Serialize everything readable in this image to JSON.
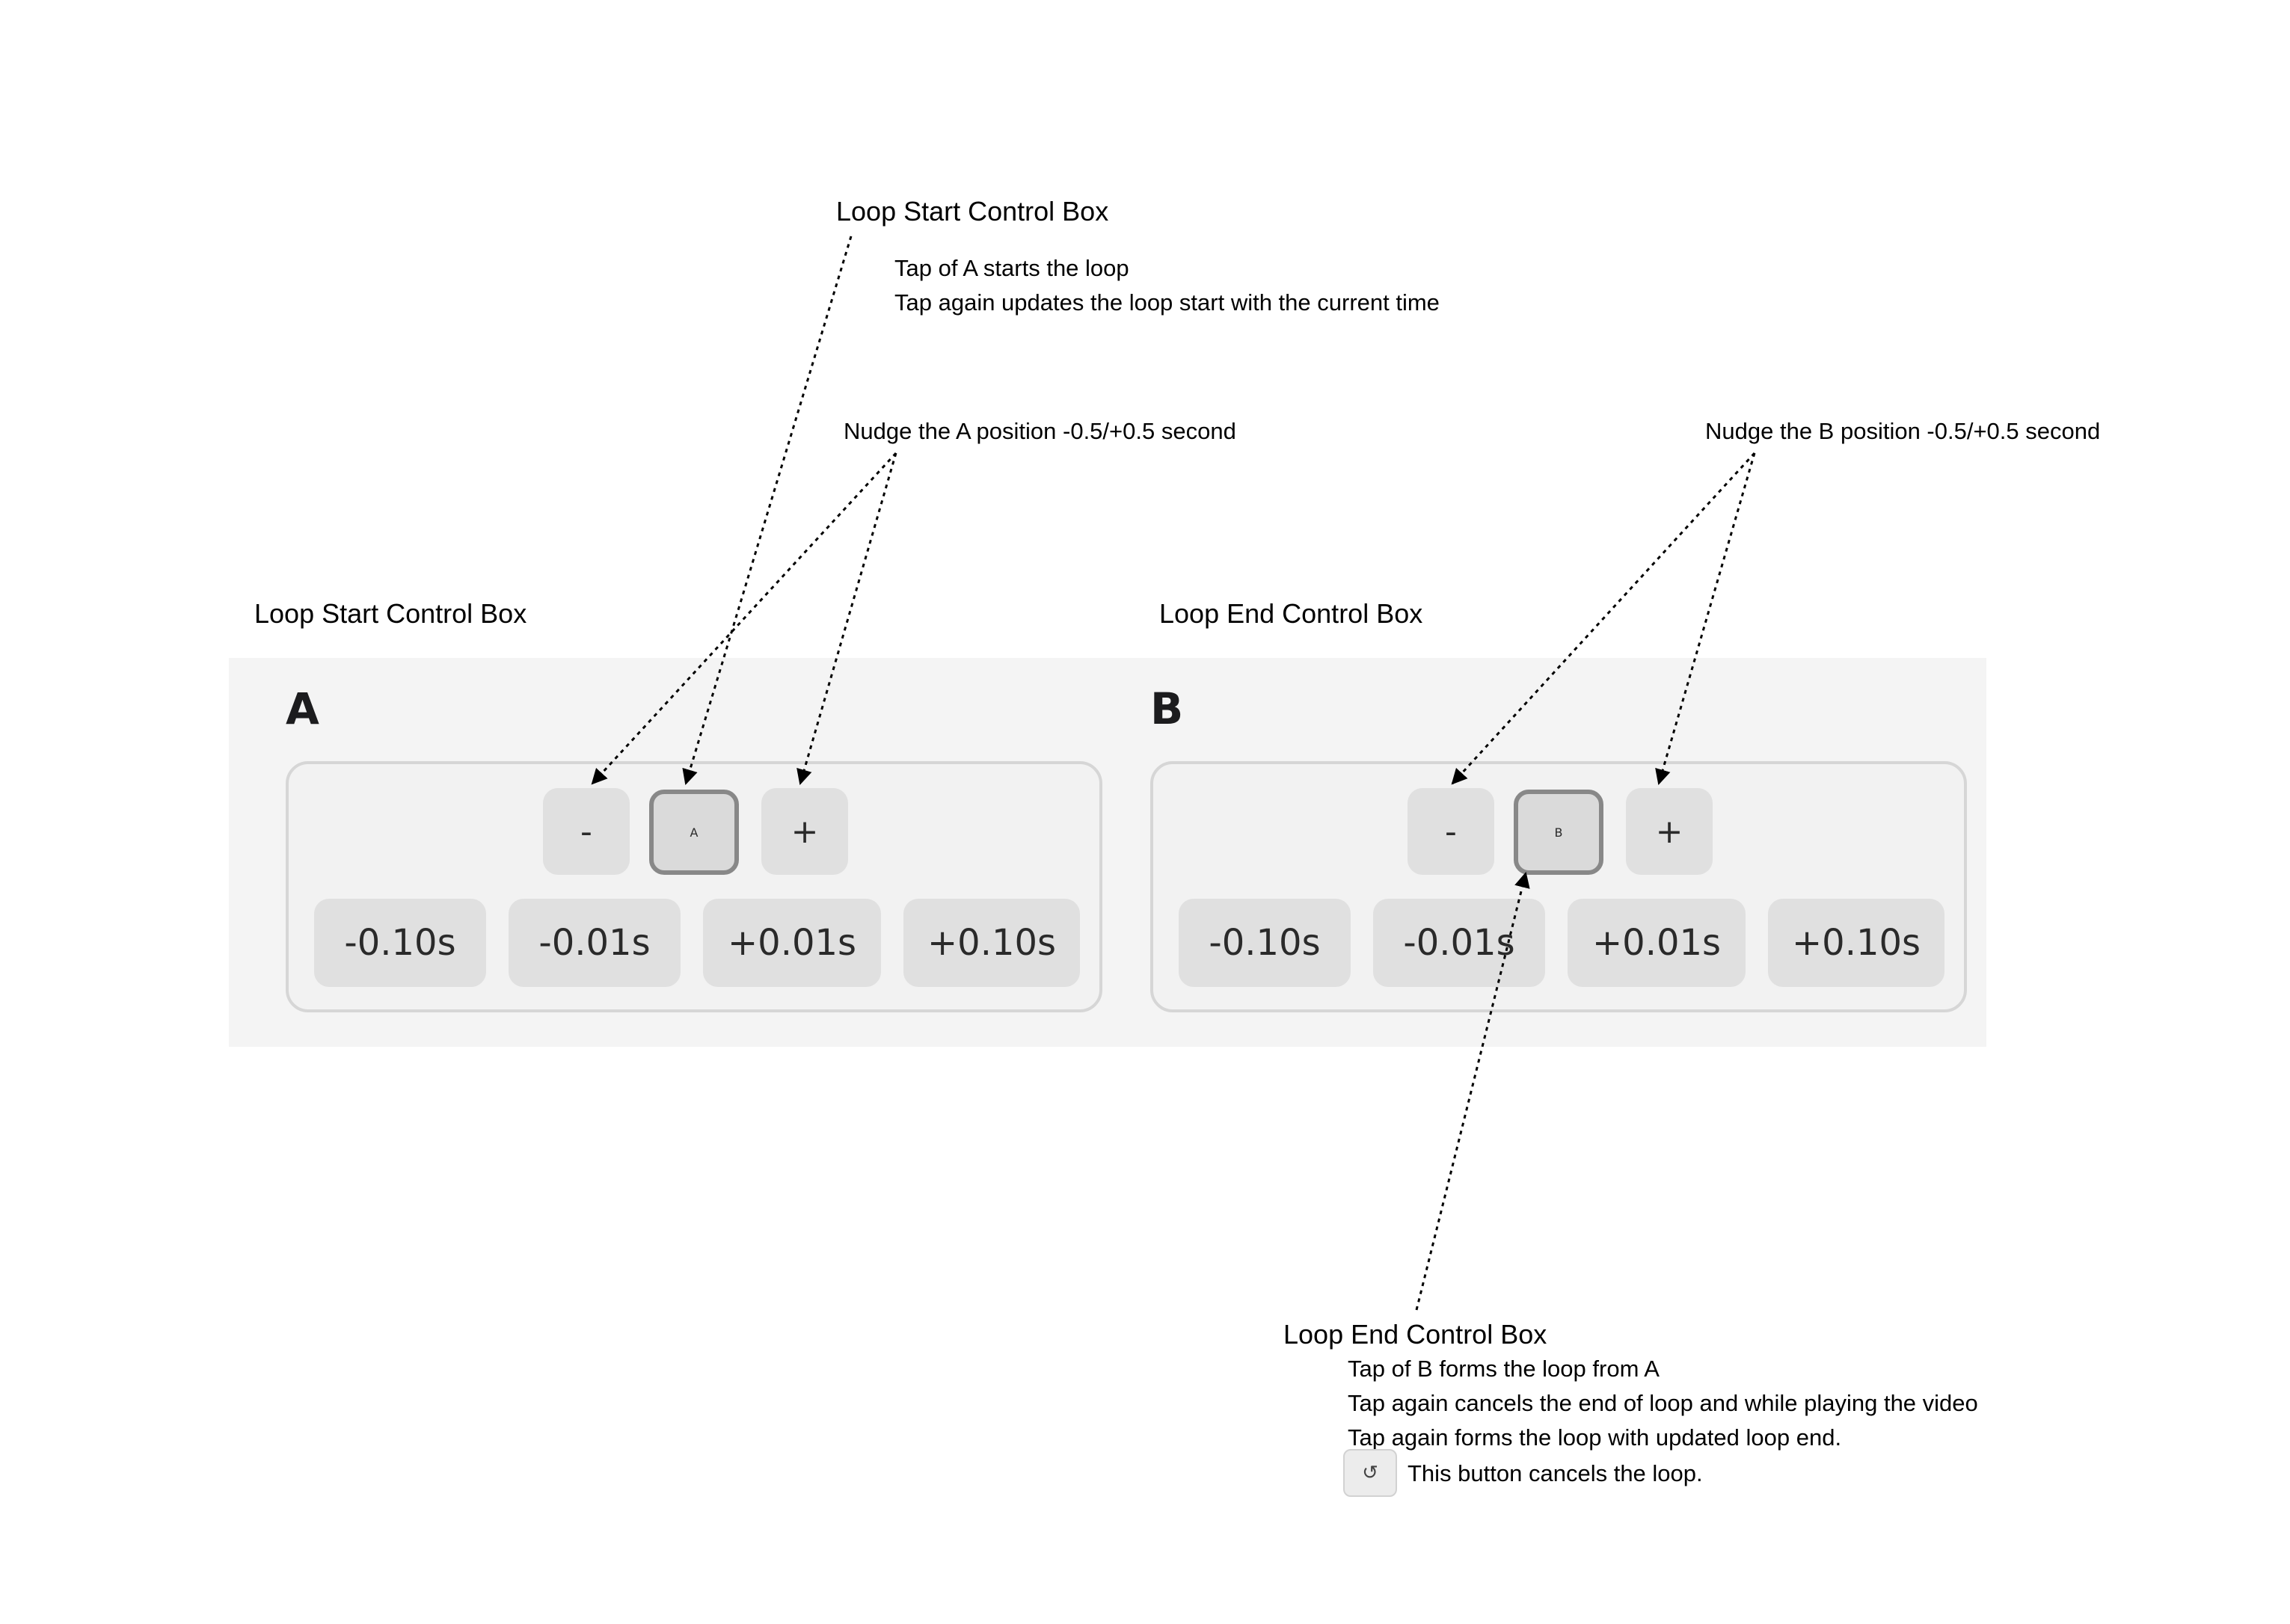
{
  "callouts": {
    "start_title": "Loop Start Control Box",
    "start_line1": "Tap of A starts the loop",
    "start_line2": "Tap again updates the loop start with the current time",
    "nudge_a": "Nudge the A position -0.5/+0.5 second",
    "nudge_b": "Nudge the B position -0.5/+0.5 second",
    "end_title": "Loop End Control Box",
    "end_line1": "Tap of B forms the loop from A",
    "end_line2": "Tap again cancels the end of loop and while playing the video",
    "end_line3": "Tap again forms the loop with updated loop end.",
    "reset_icon": "reset-loop-icon",
    "reset_glyph": "↺",
    "reset_text": "This button cancels the loop."
  },
  "captions": {
    "start_box": "Loop Start Control Box",
    "end_box": "Loop End Control Box"
  },
  "start_box": {
    "letter": "A",
    "minus": "-",
    "marker": "A",
    "plus": "+",
    "fine": [
      "-0.10s",
      "-0.01s",
      "+0.01s",
      "+0.10s"
    ]
  },
  "end_box": {
    "letter": "B",
    "minus": "-",
    "marker": "B",
    "plus": "+",
    "fine": [
      "-0.10s",
      "-0.01s",
      "+0.01s",
      "+0.10s"
    ]
  },
  "colors": {
    "panel_bg": "#f4f4f4",
    "button_bg": "#e0e0e0",
    "marker_border": "#888888",
    "arrow": "#000000"
  }
}
